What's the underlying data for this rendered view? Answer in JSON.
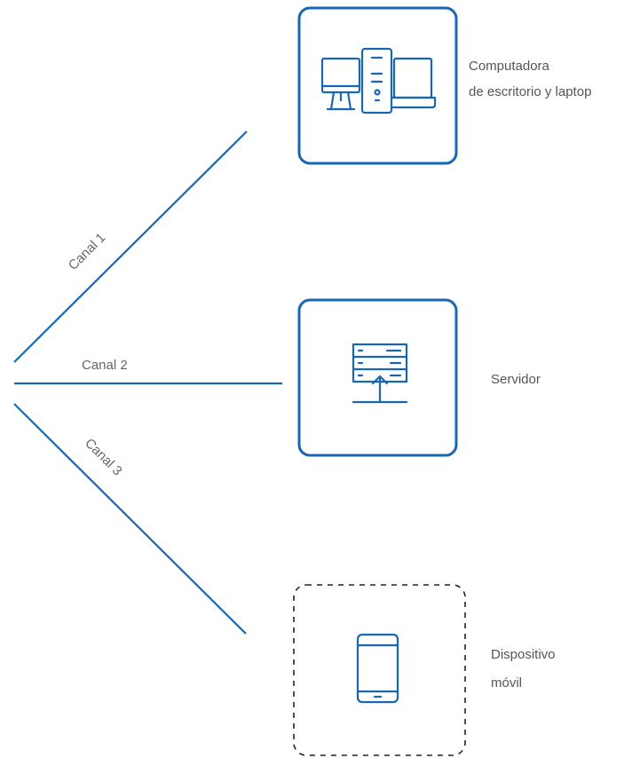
{
  "channels": [
    {
      "label": "Canal 1"
    },
    {
      "label": "Canal 2"
    },
    {
      "label": "Canal 3"
    }
  ],
  "devices": [
    {
      "icon": "desktop-laptop-icon",
      "label_lines": [
        "Computadora",
        "de escritorio y laptop"
      ]
    },
    {
      "icon": "server-upload-icon",
      "label_lines": [
        "Servidor"
      ]
    },
    {
      "icon": "mobile-phone-icon",
      "label_lines": [
        "Dispositivo",
        "móvil"
      ]
    }
  ],
  "colors": {
    "accent": "#1967b3",
    "label_text": "#666666",
    "dashed_border": "#222222"
  }
}
